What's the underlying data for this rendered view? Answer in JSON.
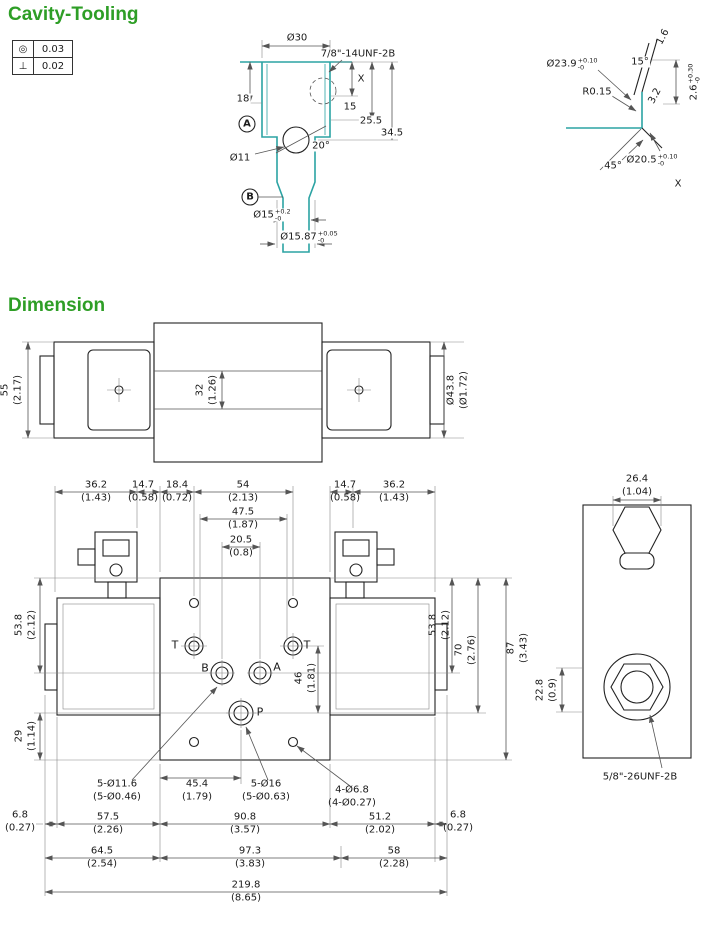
{
  "colors": {
    "title_green": "#2e9e26",
    "cavity_profile": "#2ba3a3",
    "line": "#222222"
  },
  "cavity": {
    "title": "Cavity-Tooling",
    "tolerance_frame": {
      "rows": [
        {
          "symbol": "◎",
          "value": "0.03"
        },
        {
          "symbol": "⊥",
          "value": "0.02"
        }
      ]
    },
    "main_view": {
      "dia30": "Ø30",
      "thread": "7/8\"-14UNF-2B",
      "detail_ref": "X",
      "d18": "18",
      "datum_a": "A",
      "dia11": "Ø11",
      "angle20": "20°",
      "datum_b": "B",
      "d15": "15",
      "d25_5": "25.5",
      "d34_5": "34.5",
      "dia15": {
        "base": "Ø15",
        "upper": "+0.2",
        "lower": "-0"
      },
      "dia15_87": {
        "base": "Ø15.87",
        "upper": "+0.05",
        "lower": "-0"
      }
    },
    "detail_view": {
      "dia23_9": {
        "base": "Ø23.9",
        "upper": "+0.10",
        "lower": "-0"
      },
      "d1_6": "1.6",
      "angle15": "15°",
      "r0_15": "R0.15",
      "d3_2": "3.2",
      "d2_6": {
        "base": "2.6",
        "upper": "+0.30",
        "lower": "-0"
      },
      "angle45": "45°",
      "dia20_5": {
        "base": "Ø20.5",
        "upper": "+0.10",
        "lower": "-0"
      },
      "detail_ref": "X"
    }
  },
  "dimension": {
    "title": "Dimension",
    "top_view": {
      "d55": {
        "mm": "55",
        "in": "(2.17)"
      },
      "d32": {
        "mm": "32",
        "in": "(1.26)"
      },
      "dia43_8": {
        "mm": "Ø43.8",
        "in": "(Ø1.72)"
      }
    },
    "front_view": {
      "top_dims": [
        {
          "mm": "36.2",
          "in": "(1.43)"
        },
        {
          "mm": "14.7",
          "in": "(0.58)"
        },
        {
          "mm": "18.4",
          "in": "(0.72)"
        },
        {
          "mm": "54",
          "in": "(2.13)"
        },
        {
          "mm": "14.7",
          "in": "(0.58)"
        },
        {
          "mm": "36.2",
          "in": "(1.43)"
        }
      ],
      "d47_5": {
        "mm": "47.5",
        "in": "(1.87)"
      },
      "d20_5": {
        "mm": "20.5",
        "in": "(0.8)"
      },
      "d53_8_left": {
        "mm": "53.8",
        "in": "(2.12)"
      },
      "d29": {
        "mm": "29",
        "in": "(1.14)"
      },
      "d53_8_right": {
        "mm": "53.8",
        "in": "(2.12)"
      },
      "d70": {
        "mm": "70",
        "in": "(2.76)"
      },
      "d87": {
        "mm": "87",
        "in": "(3.43)"
      },
      "d46": {
        "mm": "46",
        "in": "(1.81)"
      },
      "ports": {
        "t_left": "T",
        "b": "B",
        "a": "A",
        "t_right": "T",
        "p": "P"
      },
      "callouts": [
        {
          "l1": "5-Ø11.6",
          "l2": "(5-Ø0.46)"
        },
        {
          "l1": "45.4",
          "l2": "(1.79)"
        },
        {
          "l1": "5-Ø16",
          "l2": "(5-Ø0.63)"
        },
        {
          "l1": "4-Ø6.8",
          "l2": "(4-Ø0.27)"
        }
      ],
      "bottom_row1": [
        {
          "mm": "6.8",
          "in": "(0.27)"
        },
        {
          "mm": "57.5",
          "in": "(2.26)"
        },
        {
          "mm": "90.8",
          "in": "(3.57)"
        },
        {
          "mm": "51.2",
          "in": "(2.02)"
        },
        {
          "mm": "6.8",
          "in": "(0.27)"
        }
      ],
      "bottom_row2": [
        {
          "mm": "64.5",
          "in": "(2.54)"
        },
        {
          "mm": "97.3",
          "in": "(3.83)"
        },
        {
          "mm": "58",
          "in": "(2.28)"
        }
      ],
      "bottom_row3": [
        {
          "mm": "219.8",
          "in": "(8.65)"
        }
      ]
    },
    "side_view": {
      "d26_4": {
        "mm": "26.4",
        "in": "(1.04)"
      },
      "d22_8": {
        "mm": "22.8",
        "in": "(0.9)"
      },
      "thread": "5/8\"-26UNF-2B"
    }
  }
}
